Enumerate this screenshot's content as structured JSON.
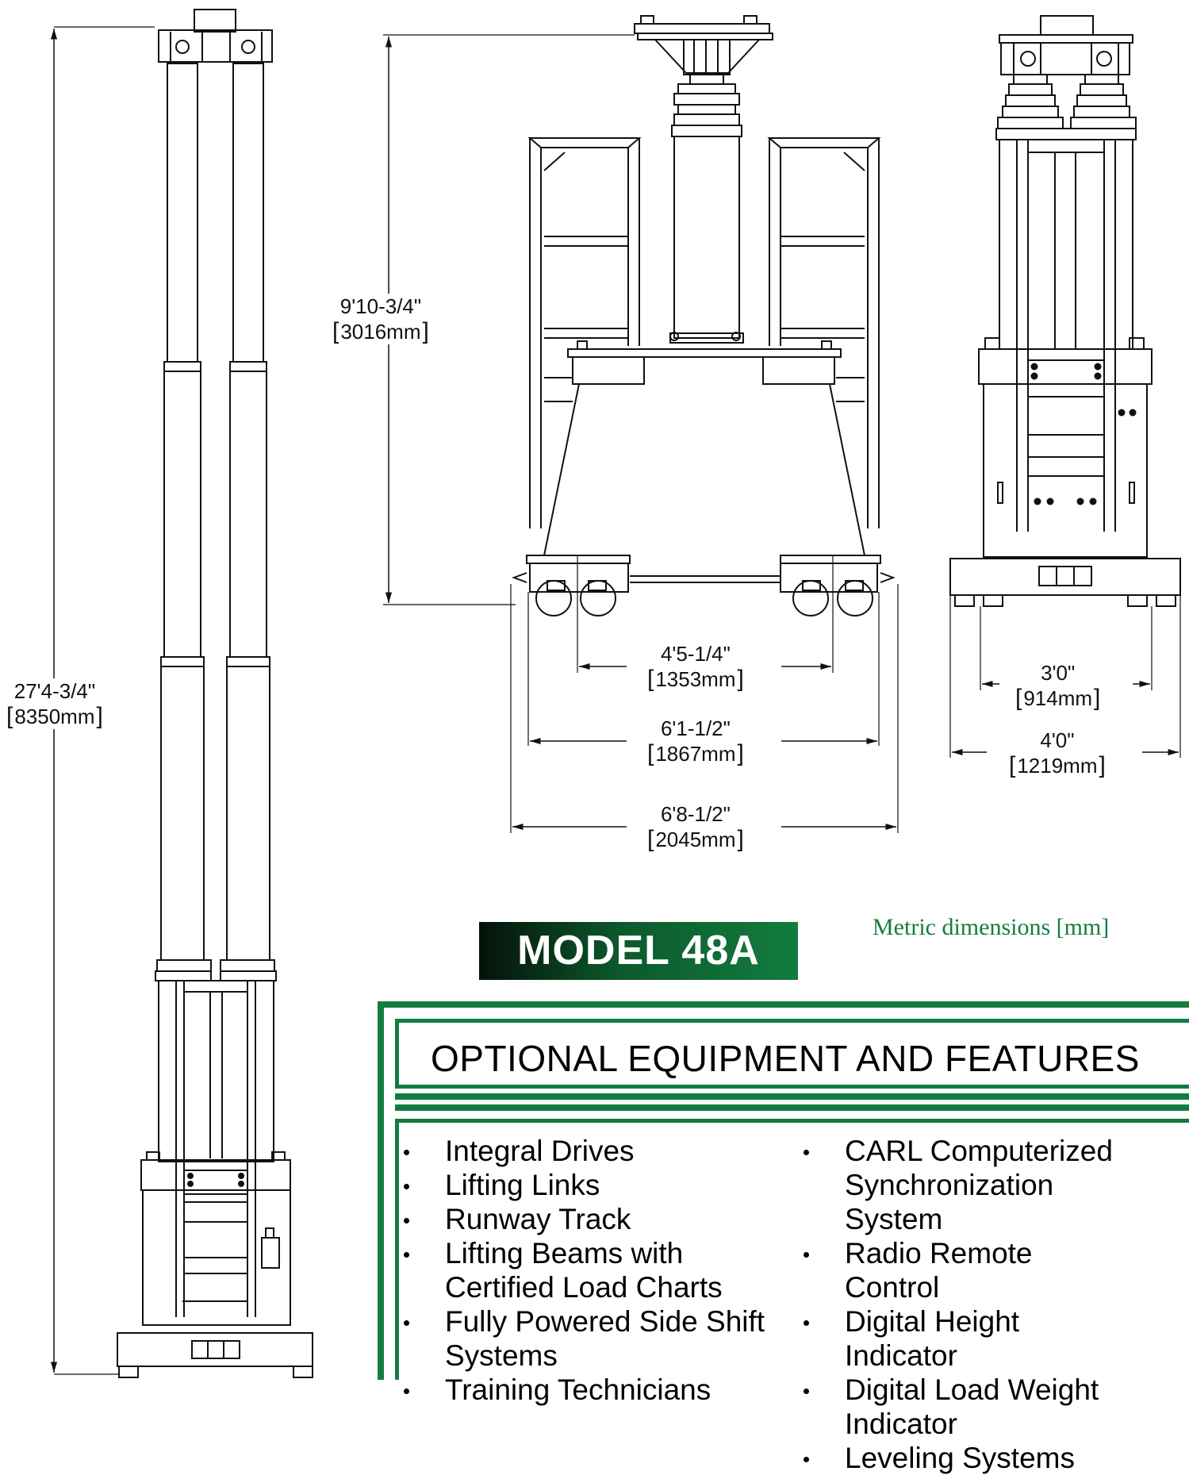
{
  "dimensions": {
    "overall_height": {
      "imperial": "27'4-3/4\"",
      "metric": "8350mm"
    },
    "lowered_height": {
      "imperial": "9'10-3/4\"",
      "metric": "3016mm"
    },
    "inner_wheel_spacing": {
      "imperial": "4'5-1/4\"",
      "metric": "1353mm"
    },
    "outer_wheel_spacing": {
      "imperial": "6'1-1/2\"",
      "metric": "1867mm"
    },
    "overall_width": {
      "imperial": "6'8-1/2\"",
      "metric": "2045mm"
    },
    "side_inner_width": {
      "imperial": "3'0\"",
      "metric": "914mm"
    },
    "side_outer_width": {
      "imperial": "4'0\"",
      "metric": "1219mm"
    }
  },
  "model_label": "MODEL 48A",
  "metric_note": "Metric dimensions [mm]",
  "features": {
    "title": "OPTIONAL EQUIPMENT AND FEATURES",
    "left_column": [
      "Integral Drives",
      "Lifting Links",
      "Runway Track",
      "Lifting Beams with Certified Load Charts",
      "Fully Powered Side Shift Systems",
      "Training Technicians"
    ],
    "right_column": [
      "CARL Computerized Synchronization System",
      "Radio Remote Control",
      "Digital Height Indicator",
      "Digital Load Weight Indicator",
      "Leveling Systems"
    ]
  },
  "colors": {
    "brand_green": "#137c3f",
    "line": "#111111"
  }
}
